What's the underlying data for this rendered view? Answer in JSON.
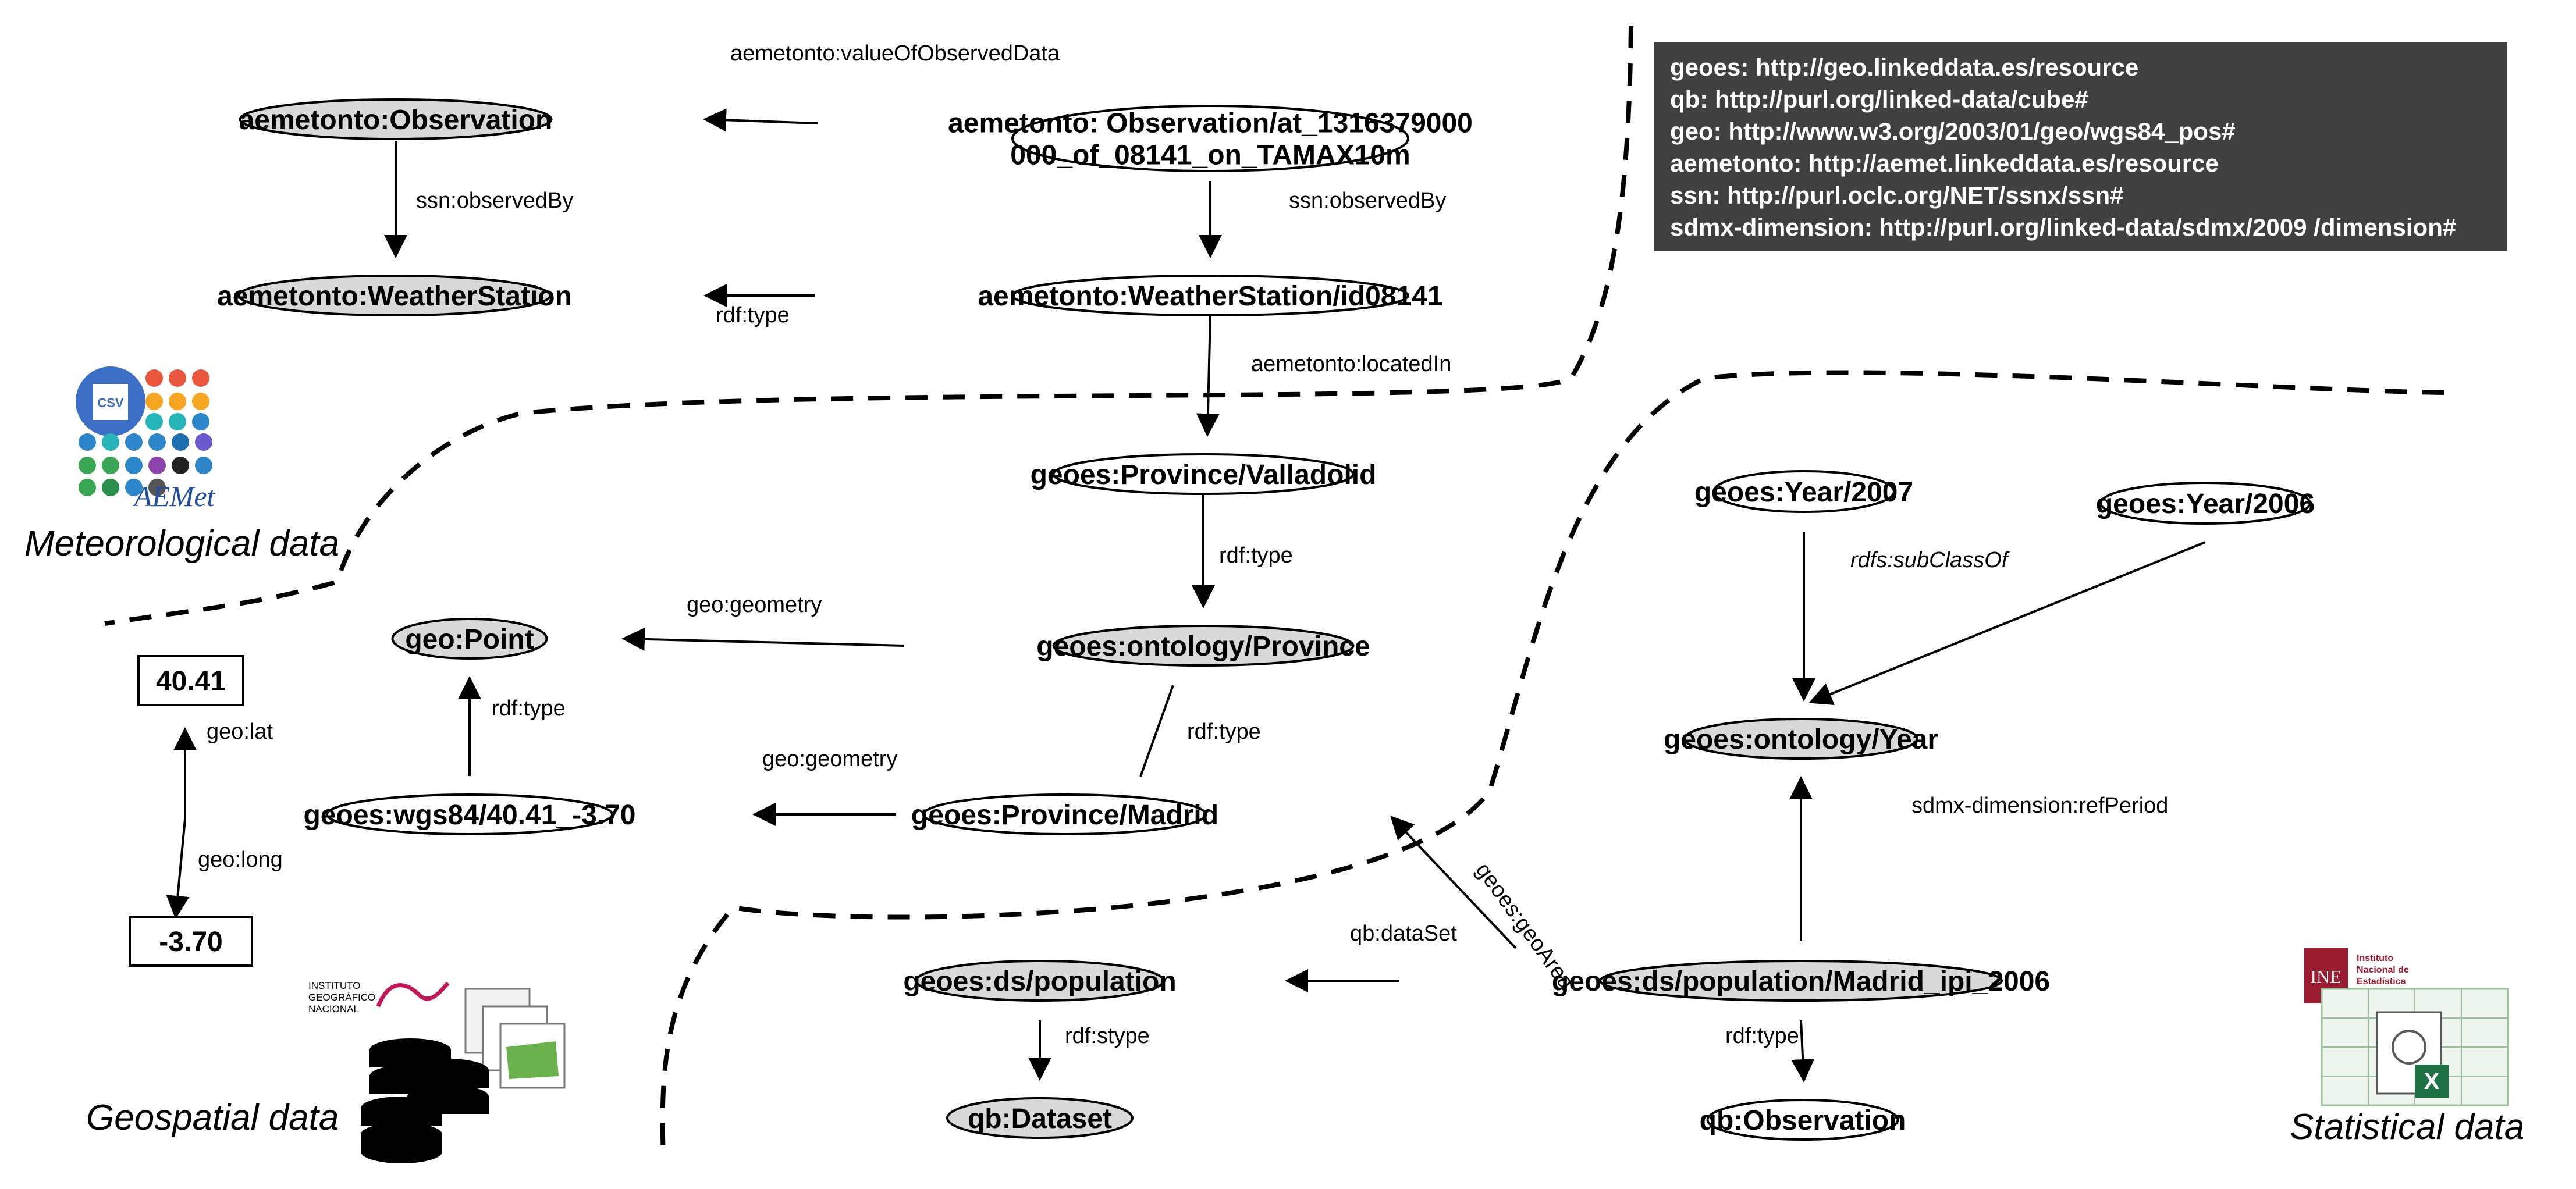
{
  "prefixes": [
    "geoes:  http://geo.linkeddata.es/resource",
    "qb: http://purl.org/linked-data/cube#",
    "geo: http://www.w3.org/2003/01/geo/wgs84_pos#",
    "aemetonto: http://aemet.linkeddata.es/resource",
    "ssn: http://purl.oclc.org/NET/ssnx/ssn#",
    "sdmx-dimension: http://purl.org/linked-data/sdmx/2009 /dimension#"
  ],
  "regions": {
    "meteorological": "Meteorological data",
    "geospatial": "Geospatial data",
    "statistical": "Statistical data"
  },
  "logos": {
    "aemet": "AEMet",
    "ign_line1": "INSTITUTO",
    "ign_line2": "GEOGRÁFICO",
    "ign_line3": "NACIONAL",
    "ine_mark": "INE",
    "ine_line1": "Instituto",
    "ine_line2": "Nacional de",
    "ine_line3": "Estadística"
  },
  "nodes": [
    {
      "id": "obs_class",
      "lines": [
        "aemetonto:Observation"
      ],
      "fill": "gray"
    },
    {
      "id": "obs_inst",
      "lines": [
        "aemetonto: Observation/at_1316379000",
        "000_of_08141_on_TAMAX10m"
      ],
      "fill": "white"
    },
    {
      "id": "ws_class",
      "lines": [
        "aemetonto:WeatherStation"
      ],
      "fill": "gray"
    },
    {
      "id": "ws_inst",
      "lines": [
        "aemetonto:WeatherStation/id08141"
      ],
      "fill": "white"
    },
    {
      "id": "prov_vall",
      "lines": [
        "geoes:Province/Valladolid"
      ],
      "fill": "white"
    },
    {
      "id": "prov_class",
      "lines": [
        "geoes:ontology/Province"
      ],
      "fill": "gray"
    },
    {
      "id": "geo_point",
      "lines": [
        "geo:Point"
      ],
      "fill": "gray"
    },
    {
      "id": "wgs84",
      "lines": [
        "geoes:wgs84/40.41_-3.70"
      ],
      "fill": "white"
    },
    {
      "id": "prov_mad",
      "lines": [
        "geoes:Province/Madrid"
      ],
      "fill": "white"
    },
    {
      "id": "lat_val",
      "lines": [
        "40.41"
      ],
      "shape": "box"
    },
    {
      "id": "long_val",
      "lines": [
        "-3.70"
      ],
      "shape": "box"
    },
    {
      "id": "year2007",
      "lines": [
        "geoes:Year/2007"
      ],
      "fill": "white"
    },
    {
      "id": "year2006",
      "lines": [
        "geoes:Year/2006"
      ],
      "fill": "white"
    },
    {
      "id": "year_class",
      "lines": [
        "geoes:ontology/Year"
      ],
      "fill": "gray"
    },
    {
      "id": "ds_pop",
      "lines": [
        "geoes:ds/population"
      ],
      "fill": "gray"
    },
    {
      "id": "ds_obs",
      "lines": [
        "geoes:ds/population/Madrid_ipi_2006"
      ],
      "fill": "gray"
    },
    {
      "id": "qb_dataset",
      "lines": [
        "qb:Dataset"
      ],
      "fill": "gray"
    },
    {
      "id": "qb_obs",
      "lines": [
        "qb:Observation"
      ],
      "fill": "white"
    }
  ],
  "edges": [
    {
      "from": "obs_inst",
      "to": "obs_class",
      "label": "aemetonto:valueOfObservedData"
    },
    {
      "from": "obs_class",
      "to": "ws_class",
      "label": "ssn:observedBy"
    },
    {
      "from": "obs_inst",
      "to": "ws_inst",
      "label": "ssn:observedBy"
    },
    {
      "from": "ws_inst",
      "to": "ws_class",
      "label": "rdf:type"
    },
    {
      "from": "ws_inst",
      "to": "prov_vall",
      "label": "aemetonto:locatedIn"
    },
    {
      "from": "prov_vall",
      "to": "prov_class",
      "label": "rdf:type"
    },
    {
      "from": "prov_class",
      "to": "geo_point",
      "label": "geo:geometry"
    },
    {
      "from": "prov_mad",
      "to": "prov_class",
      "label": "rdf:type",
      "arrow": false
    },
    {
      "from": "prov_mad",
      "to": "wgs84",
      "label": "geo:geometry"
    },
    {
      "from": "wgs84",
      "to": "geo_point",
      "label": "rdf:type"
    },
    {
      "from": "wgs84",
      "to": "lat_val",
      "label": "geo:lat"
    },
    {
      "from": "wgs84",
      "to": "long_val",
      "label": "geo:long"
    },
    {
      "from": "year2007",
      "to": "year_class",
      "label": "rdfs:subClassOf",
      "italic": true
    },
    {
      "from": "year2006",
      "to": "year_class",
      "label": ""
    },
    {
      "from": "ds_obs",
      "to": "year_class",
      "label": "sdmx-dimension:refPeriod"
    },
    {
      "from": "ds_obs",
      "to": "prov_mad",
      "label": "geoes:geoArea"
    },
    {
      "from": "ds_obs",
      "to": "ds_pop",
      "label": "qb:dataSet"
    },
    {
      "from": "ds_pop",
      "to": "qb_dataset",
      "label": "rdf:stype"
    },
    {
      "from": "ds_obs",
      "to": "qb_obs",
      "label": "rdf:type"
    }
  ],
  "colors": {
    "gray_fill": "#d9d9d9",
    "white_fill": "#ffffff",
    "prefix_bg": "#404040",
    "prefix_text": "#ffffff"
  }
}
